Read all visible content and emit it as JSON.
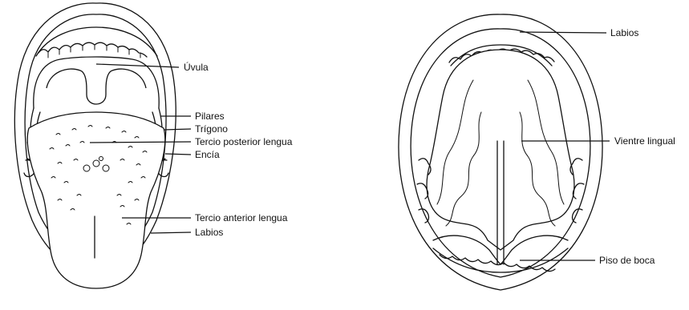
{
  "left_figure": {
    "labels": {
      "uvula": "Úvula",
      "pilares": "Pilares",
      "trigono": "Trígono",
      "tercio_posterior": "Tercio posterior lengua",
      "encia": "Encía",
      "tercio_anterior": "Tercio anterior lengua",
      "labios": "Labios"
    }
  },
  "right_figure": {
    "labels": {
      "labios": "Labios",
      "vientre_lingual": "Vientre lingual",
      "piso_de_boca": "Piso de boca"
    }
  }
}
